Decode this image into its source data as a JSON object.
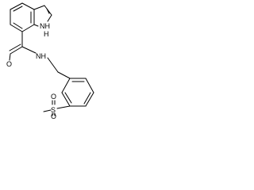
{
  "molecule": {
    "atoms": {
      "nh_indole": "NH",
      "h_indole": "H",
      "o_carbonyl": "O",
      "nh_amide": "NH",
      "s_sulfonyl": "S",
      "o_sulfonyl_top": "O",
      "o_sulfonyl_bottom": "O"
    }
  },
  "colors": {
    "bond": "#000000",
    "label": "#000000",
    "background": "#ffffff"
  }
}
